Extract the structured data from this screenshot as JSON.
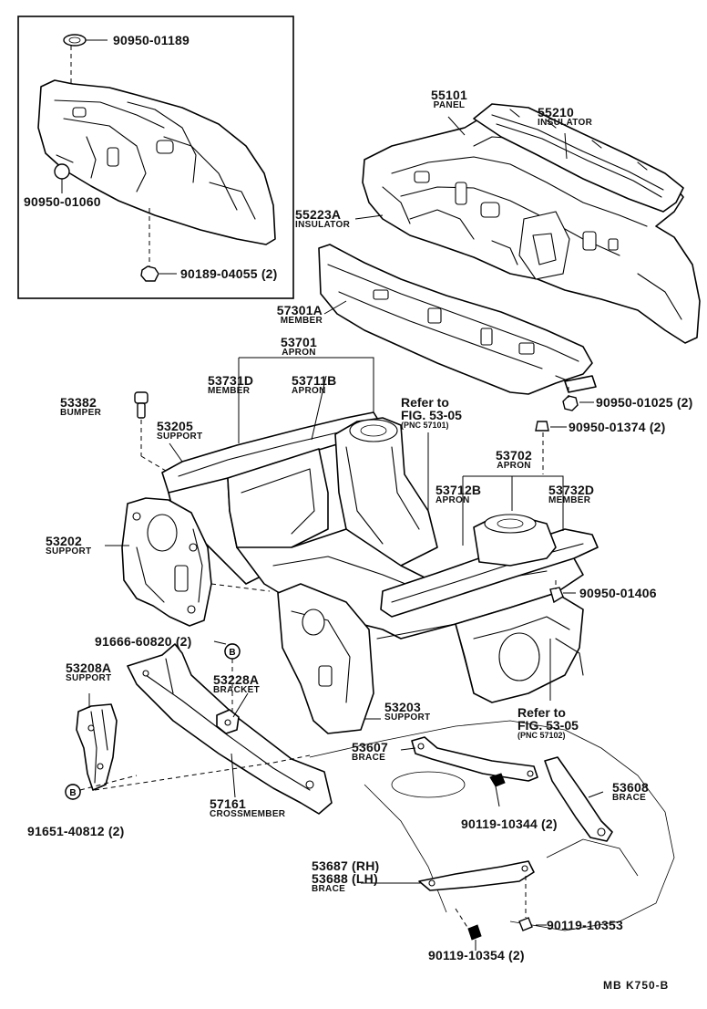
{
  "inset": {
    "parts": [
      {
        "number": "90950-01189"
      },
      {
        "number": "90950-01060"
      },
      {
        "number": "90189-04055 (2)"
      }
    ]
  },
  "parts": {
    "p55101": {
      "number": "55101",
      "name": "PANEL"
    },
    "p55210": {
      "number": "55210",
      "name": "INSULATOR"
    },
    "p55223A": {
      "number": "55223A",
      "name": "INSULATOR"
    },
    "p57301A": {
      "number": "57301A",
      "name": "MEMBER"
    },
    "p53701": {
      "number": "53701",
      "name": "APRON"
    },
    "p53731D": {
      "number": "53731D",
      "name": "MEMBER"
    },
    "p53711B": {
      "number": "53711B",
      "name": "APRON"
    },
    "p53382": {
      "number": "53382",
      "name": "BUMPER"
    },
    "p53205": {
      "number": "53205",
      "name": "SUPPORT"
    },
    "p53202": {
      "number": "53202",
      "name": "SUPPORT"
    },
    "p53702": {
      "number": "53702",
      "name": "APRON"
    },
    "p53712B": {
      "number": "53712B",
      "name": "APRON"
    },
    "p53732D": {
      "number": "53732D",
      "name": "MEMBER"
    },
    "p53208A": {
      "number": "53208A",
      "name": "SUPPORT"
    },
    "p53228A": {
      "number": "53228A",
      "name": "BRACKET"
    },
    "p57161": {
      "number": "57161",
      "name": "CROSSMEMBER"
    },
    "p53203": {
      "number": "53203",
      "name": "SUPPORT"
    },
    "p53607": {
      "number": "53607",
      "name": "BRACE"
    },
    "p53608": {
      "number": "53608",
      "name": "BRACE"
    },
    "p53687": {
      "number": "53687 (RH)"
    },
    "p53688": {
      "number": "53688 (LH)",
      "name": "BRACE"
    }
  },
  "fasteners": {
    "f01025": "90950-01025 (2)",
    "f01374": "90950-01374 (2)",
    "f01406": "90950-01406",
    "f60820": "91666-60820 (2)",
    "f40812": "91651-40812 (2)",
    "f10344": "90119-10344 (2)",
    "f10353": "90119-10353",
    "f10354": "90119-10354 (2)"
  },
  "refs": {
    "ref1": {
      "line1": "Refer to",
      "line2": "FIG. 53-05",
      "pnc": "(PNC 57101)"
    },
    "ref2": {
      "line1": "Refer to",
      "line2": "FIG. 53-05",
      "pnc": "(PNC 57102)"
    }
  },
  "callout_letter": "B",
  "footer_code": "MB  K750-B"
}
